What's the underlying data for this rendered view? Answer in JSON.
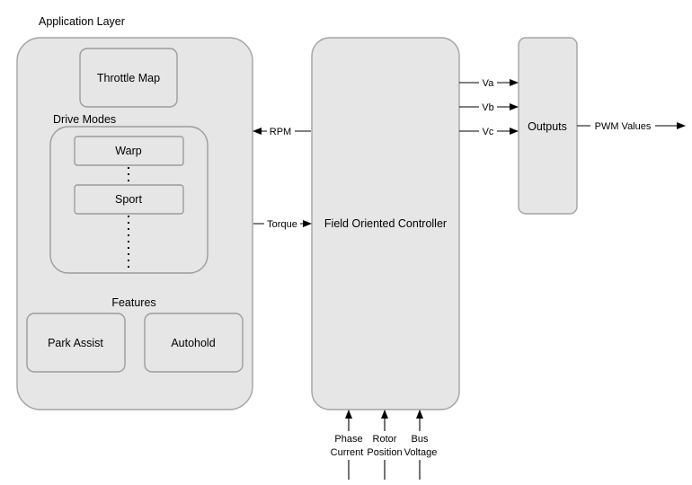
{
  "diagram": {
    "application_layer": {
      "title": "Application Layer"
    },
    "throttle_map": {
      "label": "Throttle Map"
    },
    "drive_modes": {
      "title": "Drive Modes",
      "modes": [
        "Warp",
        "Sport"
      ]
    },
    "features": {
      "title": "Features",
      "items": [
        "Park Assist",
        "Autohold"
      ]
    },
    "controller": {
      "label": "Field Oriented Controller"
    },
    "outputs": {
      "label": "Outputs"
    },
    "signals": {
      "rpm": "RPM",
      "torque": "Torque",
      "va": "Va",
      "vb": "Vb",
      "vc": "Vc",
      "pwm": "PWM Values"
    },
    "inputs": [
      {
        "line1": "Phase",
        "line2": "Current"
      },
      {
        "line1": "Rotor",
        "line2": "Position"
      },
      {
        "line1": "Bus",
        "line2": "Voltage"
      }
    ],
    "colors": {
      "block_fill": "#e6e6e6",
      "block_stroke": "#a3a3a3",
      "line": "#000000"
    }
  }
}
